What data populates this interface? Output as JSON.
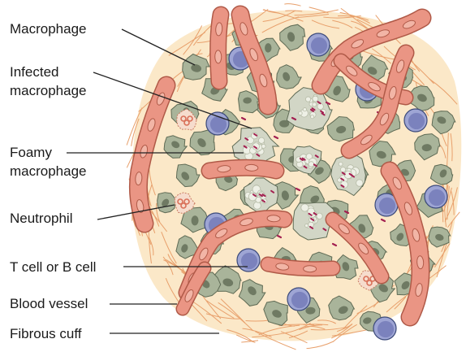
{
  "labels": {
    "macrophage": "Macrophage",
    "infected_line1": "Infected",
    "infected_line2": "macrophage",
    "foamy_line1": "Foamy",
    "foamy_line2": "macrophage",
    "neutrophil": "Neutrophil",
    "lymphocyte": "T cell or B cell",
    "blood_vessel": "Blood vessel",
    "fibrous_cuff": "Fibrous cuff"
  },
  "colors": {
    "cuff_fill": "#fbe8c8",
    "fibre": "#e8a06c",
    "vessel": "#ea9584",
    "vessel_edge": "#b05a48",
    "macrophage": "#a9b49a",
    "macrophage_edge": "#5f6b55",
    "nucleus": "#6f7a63",
    "foamy": "#d2d6c6",
    "lymphocyte": "#9ea5d4",
    "lymph_nucleus": "#7b82bd",
    "neutrophil": "#f6dccd",
    "neutrophil_nuc": "#d97059",
    "bacteria": "#a31f50",
    "leader": "#222222"
  }
}
